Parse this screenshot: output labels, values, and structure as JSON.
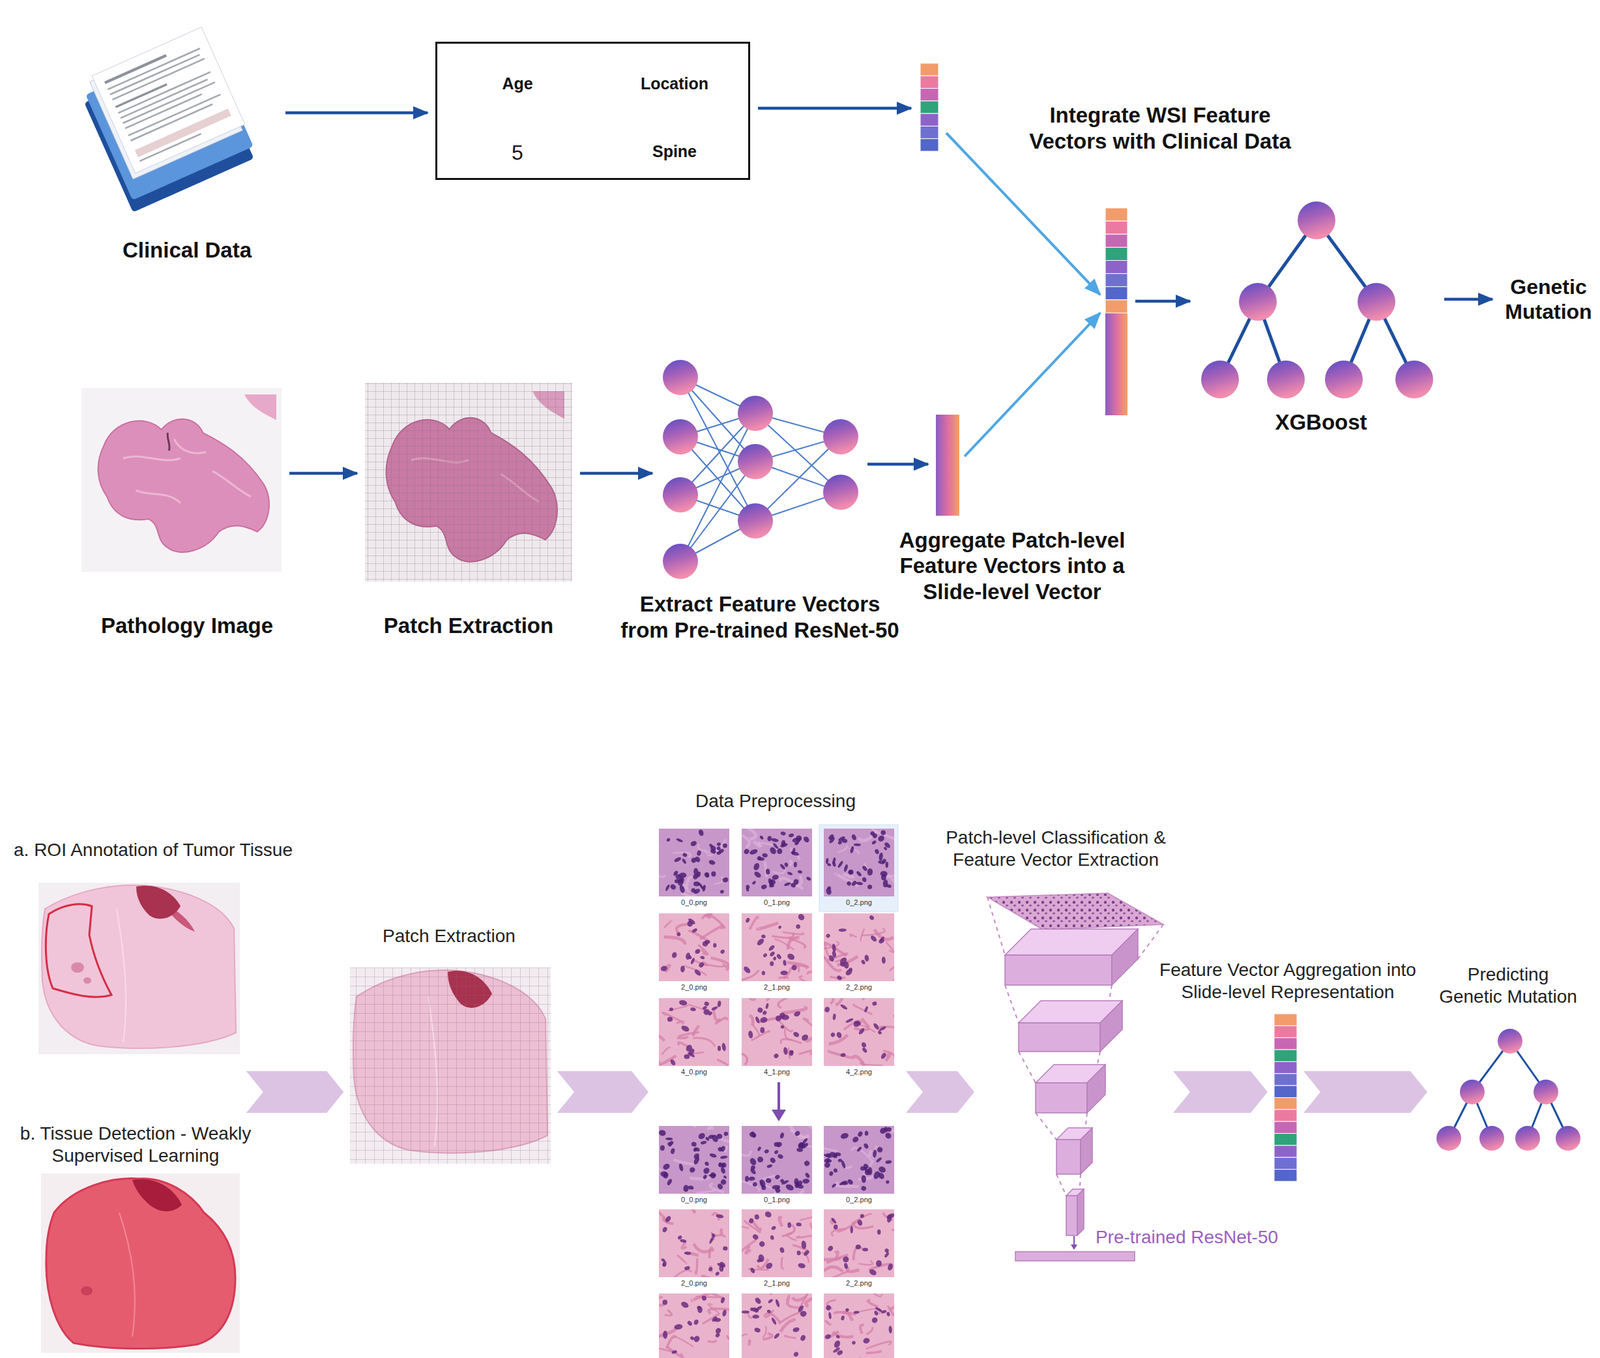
{
  "diagram": {
    "nodes": [
      {
        "text": [
          "Clinical Data"
        ]
      },
      {
        "text": [
          "Age",
          "Location",
          "5",
          "Spine"
        ]
      },
      {
        "text": [
          "Integrate WSI Feature Vectors with Clinical Data"
        ]
      },
      {
        "text": [
          "XGBoost"
        ]
      },
      {
        "text": [
          "Genetic Mutation"
        ]
      },
      {
        "text": [
          "Pathology Image"
        ]
      },
      {
        "text": [
          "Patch Extraction"
        ]
      },
      {
        "text": [
          "Extract Feature Vectors from Pre-trained ResNet-50"
        ]
      },
      {
        "text": [
          "Aggregate Patch-level Feature Vectors into a Slide-level Vector"
        ]
      },
      {
        "text": [
          "a. ROI Annotation of Tumor Tissue"
        ]
      },
      {
        "text": [
          "b. Tissue Detection - Weakly Supervised Learning"
        ]
      },
      {
        "text": [
          "Patch Extraction"
        ]
      },
      {
        "text": [
          "Data Preprocessing"
        ]
      },
      {
        "text": [
          "Patch-level Classification & Feature Vector Extraction"
        ]
      },
      {
        "text": [
          "Feature Vector Aggregation into Slide-level Representation"
        ]
      },
      {
        "text": [
          "Predicting Genetic Mutation"
        ]
      }
    ],
    "edges": [
      {
        "from": 0,
        "to": 1,
        "arrow": "to"
      },
      {
        "from": 1,
        "to": 2,
        "arrow": "to"
      },
      {
        "from": 2,
        "to": 3,
        "arrow": "to"
      },
      {
        "from": 3,
        "to": 4,
        "arrow": "to"
      },
      {
        "from": 5,
        "to": 6,
        "arrow": "to"
      },
      {
        "from": 6,
        "to": 7,
        "arrow": "to"
      },
      {
        "from": 7,
        "to": 8,
        "arrow": "to"
      },
      {
        "from": 8,
        "to": 2,
        "arrow": "to"
      },
      {
        "from": 9,
        "to": 11,
        "arrow": "to"
      },
      {
        "from": 10,
        "to": 11,
        "arrow": "to"
      },
      {
        "from": 11,
        "to": 12,
        "arrow": "to"
      },
      {
        "from": 12,
        "to": 13,
        "arrow": "to"
      },
      {
        "from": 13,
        "to": 14,
        "arrow": "to"
      },
      {
        "from": 14,
        "to": 15,
        "arrow": "to"
      }
    ],
    "labels": [
      "0_0.png",
      "0_1.png",
      "0_2.png",
      "2_0.png",
      "2_1.png",
      "2_2.png",
      "4_0.png",
      "4_1.png",
      "4_2.png",
      "0_0.png",
      "0_1.png",
      "0_2.png",
      "2_0.png",
      "2_1.png",
      "2_2.png",
      "Pre-trained ResNet-50"
    ]
  }
}
